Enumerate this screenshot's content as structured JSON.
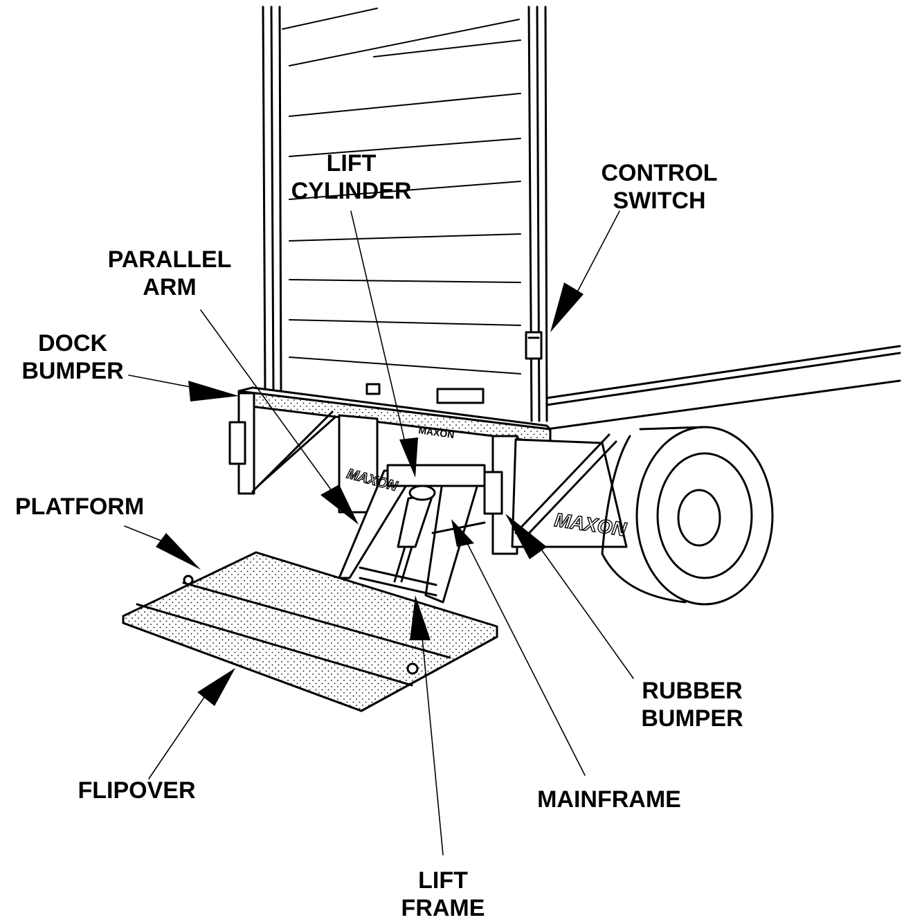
{
  "colors": {
    "ink": "#000000",
    "paper": "#ffffff"
  },
  "labels": {
    "lift_cylinder": [
      "LIFT",
      "CYLINDER"
    ],
    "control_switch": [
      "CONTROL",
      "SWITCH"
    ],
    "parallel_arm": [
      "PARALLEL",
      "ARM"
    ],
    "dock_bumper": [
      "DOCK",
      "BUMPER"
    ],
    "platform": [
      "PLATFORM"
    ],
    "rubber_bumper": [
      "RUBBER",
      "BUMPER"
    ],
    "flipover": [
      "FLIPOVER"
    ],
    "mainframe": [
      "MAINFRAME"
    ],
    "lift_frame": [
      "LIFT",
      "FRAME"
    ]
  },
  "branding": {
    "logo_text": "MAXON"
  }
}
